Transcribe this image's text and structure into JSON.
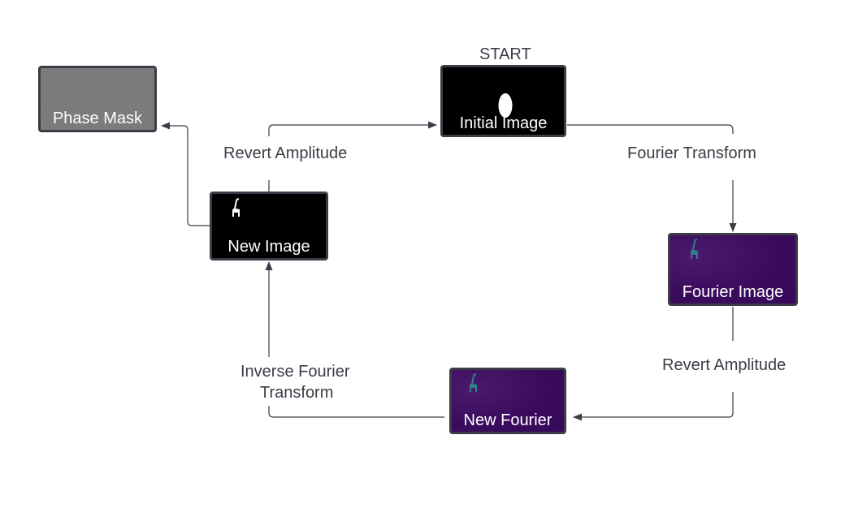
{
  "start_label": "START",
  "nodes": {
    "phase_mask": {
      "label": "Phase Mask"
    },
    "initial_image": {
      "label": "Initial Image"
    },
    "new_image": {
      "label": "New Image"
    },
    "fourier_image": {
      "label": "Fourier Image"
    },
    "new_fourier": {
      "label": "New Fourier"
    }
  },
  "edges": {
    "revert_amplitude_top": "Revert Amplitude",
    "fourier_transform": "Fourier Transform",
    "revert_amplitude_right": "Revert Amplitude",
    "inverse_fourier_line1": "Inverse Fourier",
    "inverse_fourier_line2": "Transform"
  },
  "colors": {
    "stroke": "#3a3d46",
    "fourier_bg": "#3a0a5c",
    "giraffe_teal": "#2f8f8c"
  },
  "icons": {
    "initial_image": "white-blob",
    "new_image": "giraffe-icon",
    "fourier_image": "giraffe-icon",
    "new_fourier": "giraffe-icon"
  }
}
